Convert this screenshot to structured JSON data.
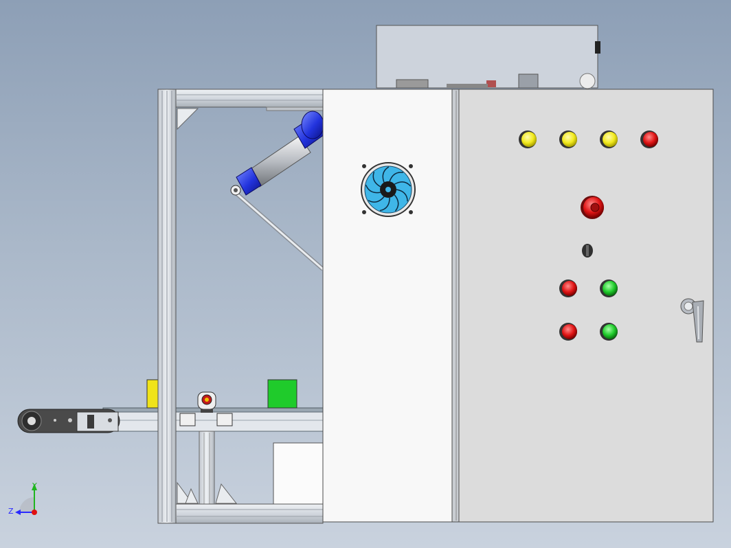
{
  "viewport": {
    "background_top": "#8d9fb6",
    "background_bottom": "#c9d2de"
  },
  "triad": {
    "x_label": "",
    "y_label": "Y",
    "z_label": "Z",
    "icon": "coordinate-triad-icon",
    "y_color": "#1fb51f",
    "z_color": "#2a2aff",
    "origin_color": "#e01010"
  },
  "model": {
    "frame_color": "#d6dbe2",
    "cabinet_color": "#dcdcdc",
    "door_color": "#f6f6f6",
    "actuator_color": "#2233dd",
    "fan_blade_color": "#3fb6e8",
    "top_box_color": "#cdd3dc",
    "conveyor_belt_color": "#4a4a4a",
    "product_yellow": "#f0e31a",
    "product_green": "#1fcb2b"
  },
  "control_panel": {
    "pilot_lights": [
      {
        "name": "pilot-light-1",
        "color": "#f2ea1e"
      },
      {
        "name": "pilot-light-2",
        "color": "#f2ea1e"
      },
      {
        "name": "pilot-light-3",
        "color": "#f2ea1e"
      },
      {
        "name": "pilot-light-4",
        "color": "#e01515"
      }
    ],
    "emergency_stop_color": "#c41818",
    "selector_switch_color": "#303030",
    "push_buttons": [
      {
        "name": "stop-button-1",
        "color": "#e01515"
      },
      {
        "name": "start-button-1",
        "color": "#1fcb2b"
      },
      {
        "name": "stop-button-2",
        "color": "#e01515"
      },
      {
        "name": "start-button-2",
        "color": "#1fcb2b"
      }
    ],
    "handle_icon": "door-handle-icon"
  }
}
